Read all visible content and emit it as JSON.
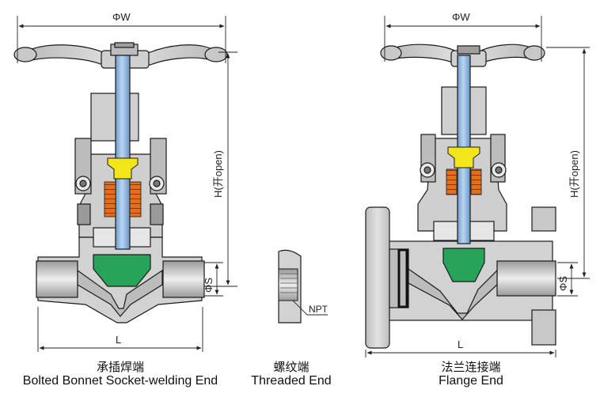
{
  "left_view": {
    "dim_width": "ΦW",
    "dim_height": "H(开open)",
    "dim_socket": "ΦS",
    "dim_length": "L",
    "caption_zh": "承插焊端",
    "caption_en": "Bolted Bonnet Socket-welding End"
  },
  "middle_view": {
    "callout": "NPT",
    "caption_zh": "螺纹端",
    "caption_en": "Threaded End"
  },
  "right_view": {
    "dim_width": "ΦW",
    "dim_height": "H(开open)",
    "dim_socket": "ΦS",
    "dim_length": "L",
    "caption_zh": "法兰连接端",
    "caption_en": "Flange End"
  },
  "colors": {
    "body": "#d2d2d2",
    "body_dark": "#a8a8a8",
    "stem": "#8fb8e0",
    "disc": "#27a35a",
    "packing_gland": "#f2e61a",
    "packing": "#e0701e",
    "line": "#1a1a1a"
  }
}
